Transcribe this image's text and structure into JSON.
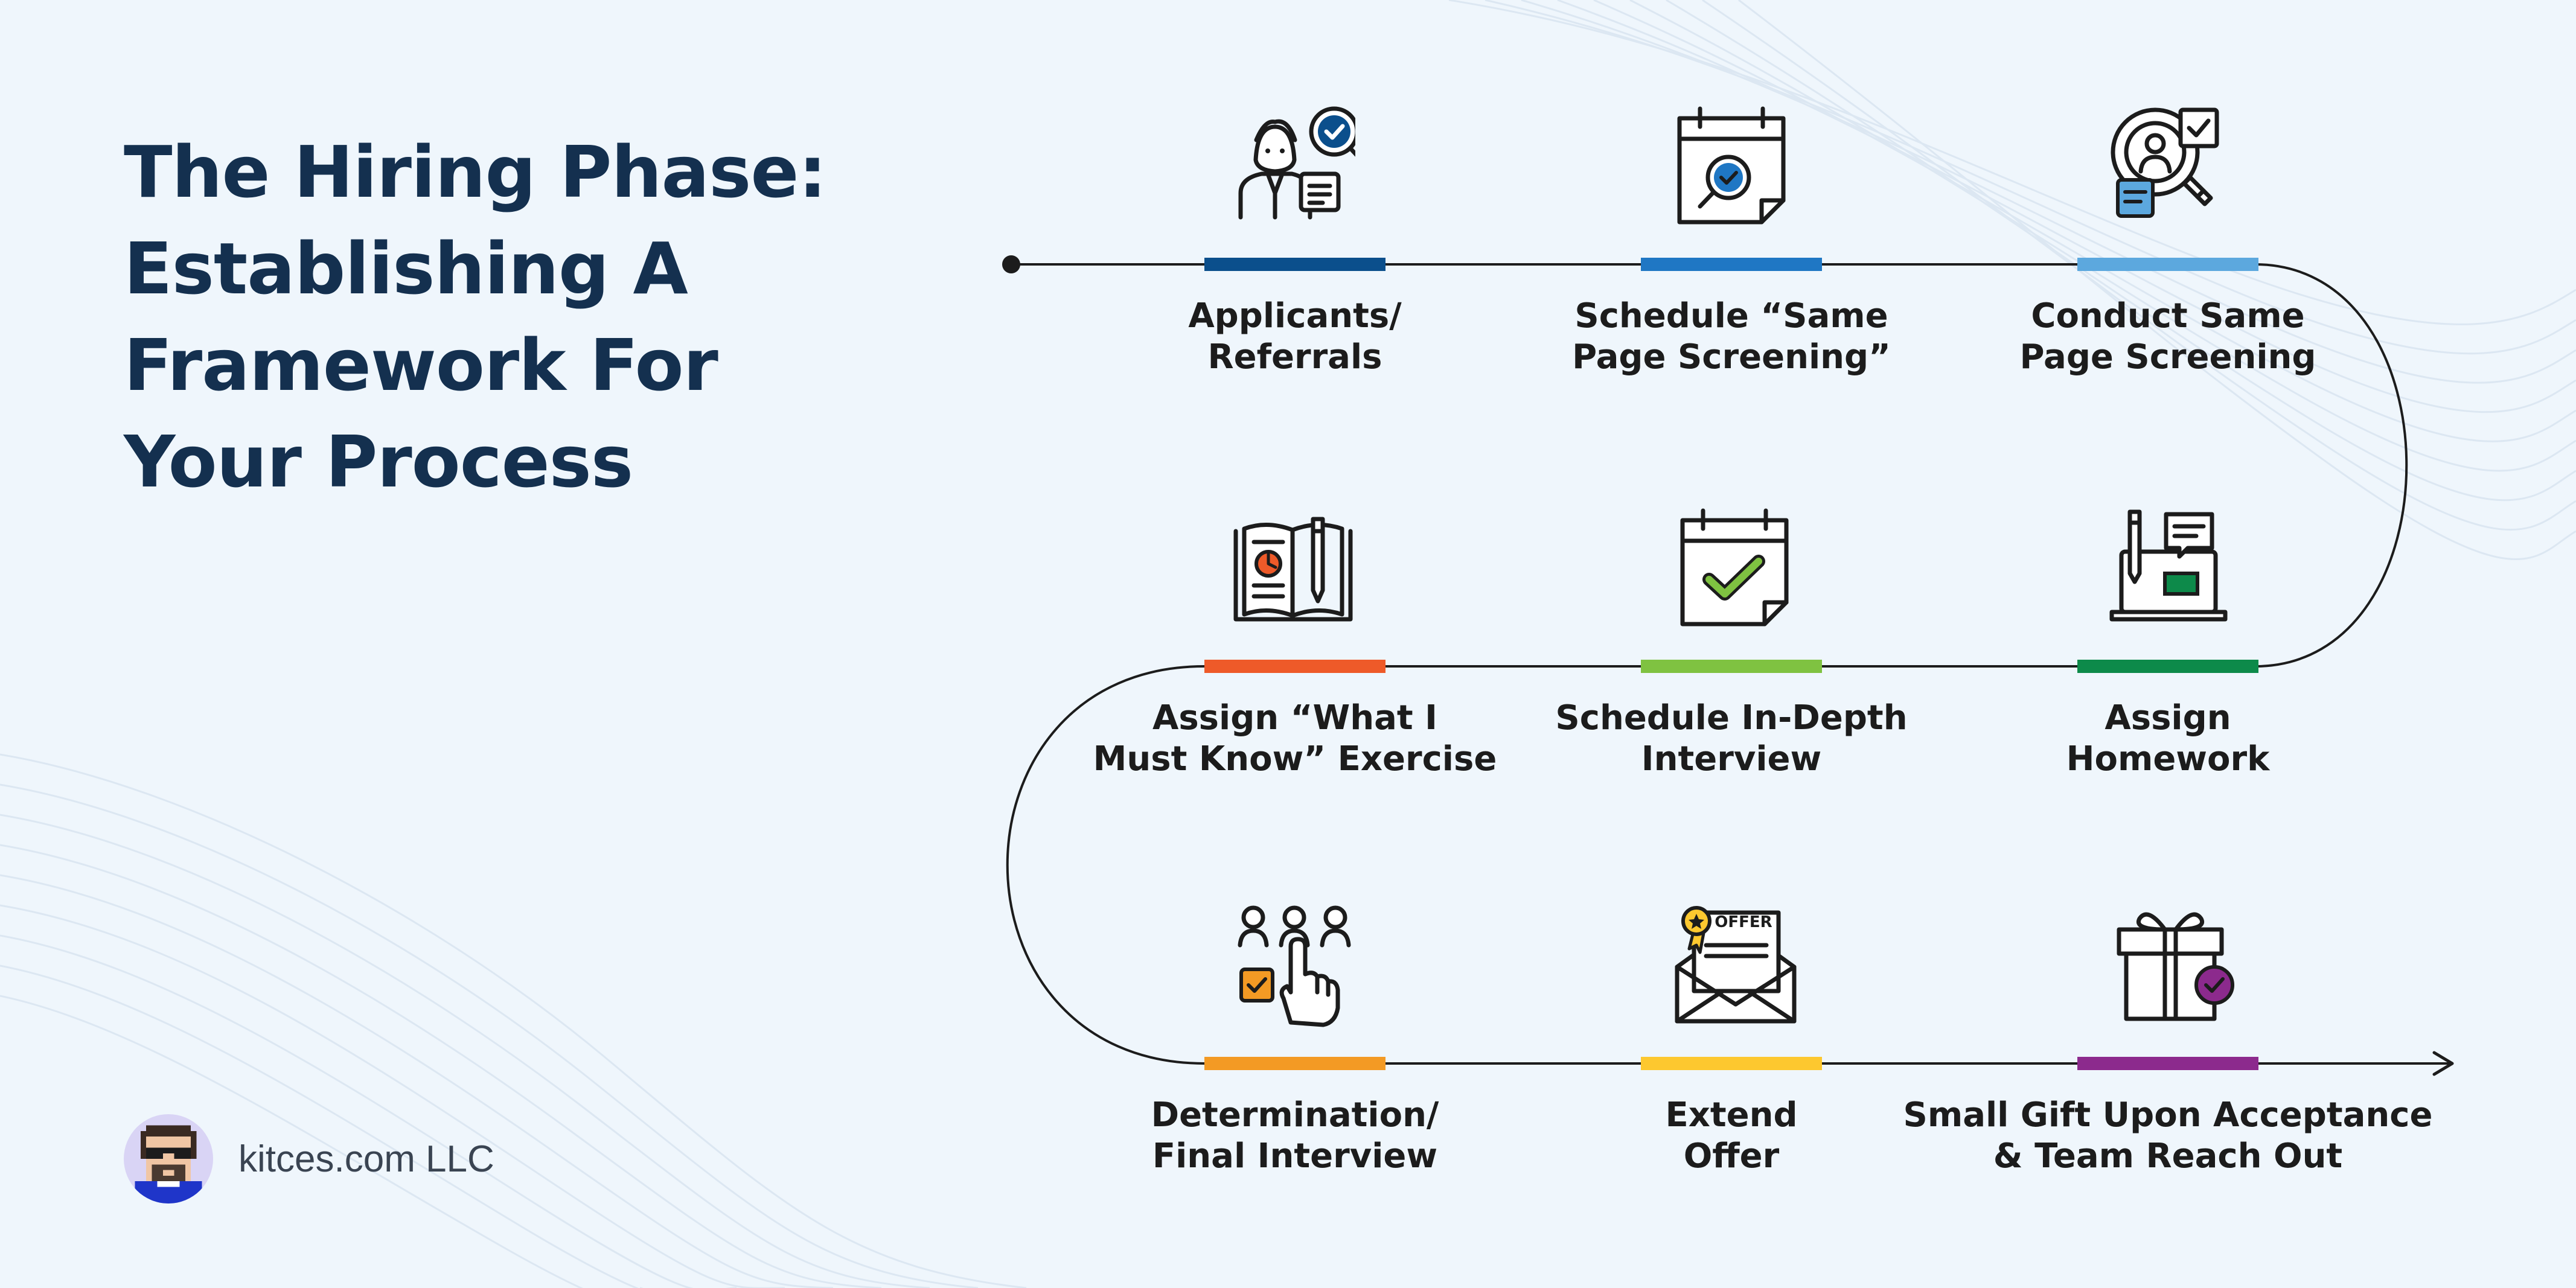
{
  "title": {
    "line1": "The Hiring Phase:",
    "line2": "Establishing A",
    "line3": "Framework For",
    "line4": "Your Process"
  },
  "steps": [
    {
      "id": "applicants",
      "line1": "Applicants/",
      "line2": "Referrals",
      "color": "#0b4f8c",
      "icon": "recruiter-search-icon"
    },
    {
      "id": "schedule-screening",
      "line1": "Schedule “Same",
      "line2": "Page Screening”",
      "color": "#1f77c4",
      "icon": "calendar-search-icon"
    },
    {
      "id": "conduct-screening",
      "line1": "Conduct Same",
      "line2": "Page Screening",
      "color": "#5ca8de",
      "icon": "candidate-screening-icon"
    },
    {
      "id": "must-know-exercise",
      "line1": "Assign “What I",
      "line2": "Must Know” Exercise",
      "color": "#ee5a29",
      "icon": "open-book-pencil-icon"
    },
    {
      "id": "schedule-interview",
      "line1": "Schedule In-Depth",
      "line2": "Interview",
      "color": "#7fc241",
      "icon": "calendar-check-icon"
    },
    {
      "id": "assign-homework",
      "line1": "Assign",
      "line2": "Homework",
      "color": "#0d8a4a",
      "icon": "laptop-homework-icon"
    },
    {
      "id": "final-interview",
      "line1": "Determination/",
      "line2": "Final Interview",
      "color": "#f39a24",
      "icon": "candidate-selection-icon"
    },
    {
      "id": "extend-offer",
      "line1": "Extend",
      "line2": "Offer",
      "color": "#fdc82f",
      "icon": "offer-envelope-icon"
    },
    {
      "id": "small-gift",
      "line1": "Small Gift Upon Acceptance",
      "line2": "& Team Reach Out",
      "color": "#8c2a8d",
      "icon": "gift-box-icon"
    }
  ],
  "icon_text": {
    "offer": "OFFER"
  },
  "brand": {
    "name": "kitces.com LLC",
    "icon": "kitces-pixel-avatar-icon"
  },
  "colors": {
    "background": "#eff6fc",
    "title": "#14304f",
    "path": "#1c1c1c",
    "label": "#1c1c1c"
  }
}
